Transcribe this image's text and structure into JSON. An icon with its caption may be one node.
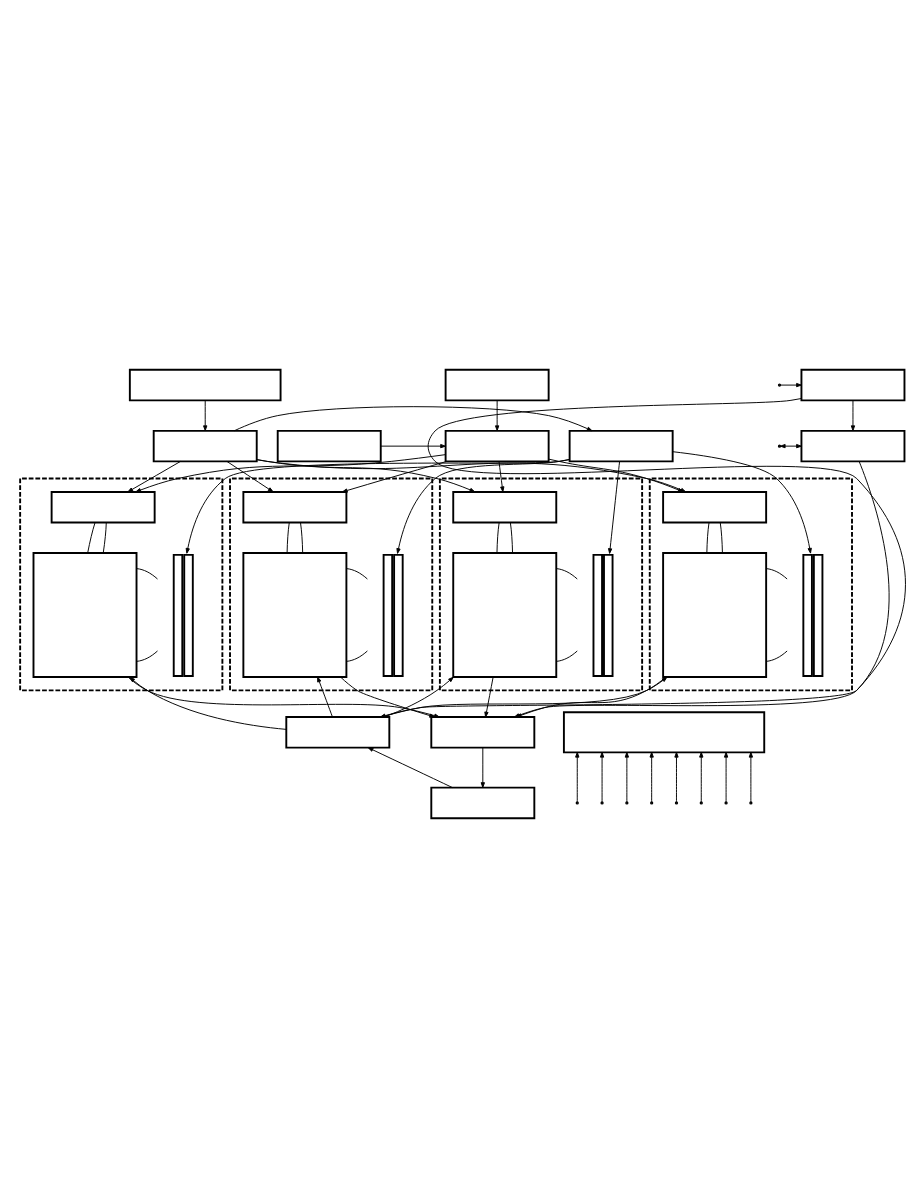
{
  "diagram": {
    "nodes": [
      {
        "text": [],
        "shape": "box"
      },
      {
        "text": [],
        "shape": "box"
      },
      {
        "text": [],
        "shape": "box"
      },
      {
        "text": [],
        "shape": "box"
      },
      {
        "text": [],
        "shape": "box"
      },
      {
        "text": [],
        "shape": "box"
      },
      {
        "text": [],
        "shape": "box"
      },
      {
        "text": [],
        "shape": "box",
        "in": 6
      },
      {
        "text": [],
        "shape": "bar",
        "in": 6
      },
      {
        "text": [],
        "shape": "box",
        "in": 6
      },
      {
        "text": [],
        "shape": "box"
      },
      {
        "text": [],
        "shape": "box",
        "in": 10
      },
      {
        "text": [],
        "shape": "bar",
        "in": 10
      },
      {
        "text": [],
        "shape": "box",
        "in": 10
      },
      {
        "text": [],
        "shape": "box"
      },
      {
        "text": [],
        "shape": "box",
        "in": 14
      },
      {
        "text": [],
        "shape": "bar",
        "in": 14
      },
      {
        "text": [],
        "shape": "box",
        "in": 14
      },
      {
        "text": [],
        "shape": "box"
      },
      {
        "text": [],
        "shape": "box",
        "in": 18
      },
      {
        "text": [],
        "shape": "bar",
        "in": 18
      },
      {
        "text": [],
        "shape": "box",
        "in": 18
      },
      {
        "text": [],
        "shape": "box"
      },
      {
        "text": [],
        "shape": "box"
      },
      {
        "text": [],
        "shape": "box"
      },
      {
        "text": [],
        "shape": "box"
      },
      {
        "text": [],
        "shape": "box"
      },
      {
        "text": [],
        "shape": "box"
      }
    ],
    "edges": [
      {
        "from": 0,
        "to": 3,
        "arrow": "to"
      },
      {
        "from": 1,
        "to": 4,
        "arrow": "to"
      },
      {
        "from": 3,
        "to": 2,
        "arrow": "to"
      },
      {
        "from": 5,
        "to": 4,
        "arrow": "to"
      },
      {
        "from": 2,
        "to": 8,
        "arrow": "to"
      },
      {
        "from": 2,
        "to": 12,
        "arrow": "to"
      },
      {
        "from": 2,
        "to": 16,
        "arrow": "to"
      },
      {
        "from": 2,
        "to": 20,
        "arrow": "to"
      },
      {
        "from": 3,
        "to": 7,
        "arrow": "to"
      },
      {
        "from": 3,
        "to": 11,
        "arrow": "to"
      },
      {
        "from": 3,
        "to": 15,
        "arrow": "to"
      },
      {
        "from": 3,
        "to": 19,
        "arrow": "to"
      },
      {
        "from": 4,
        "to": 7,
        "arrow": "to"
      },
      {
        "from": 4,
        "to": 11,
        "arrow": "to"
      },
      {
        "from": 4,
        "to": 15,
        "arrow": "to"
      },
      {
        "from": 4,
        "to": 19,
        "arrow": "to"
      },
      {
        "from": 7,
        "to": 9,
        "arrow": "none"
      },
      {
        "from": 7,
        "to": 9,
        "arrow": "none"
      },
      {
        "from": 8,
        "to": 9,
        "arrow": "none"
      },
      {
        "from": 8,
        "to": 9,
        "arrow": "none"
      },
      {
        "from": 11,
        "to": 13,
        "arrow": "none"
      },
      {
        "from": 11,
        "to": 13,
        "arrow": "none"
      },
      {
        "from": 12,
        "to": 13,
        "arrow": "none"
      },
      {
        "from": 12,
        "to": 13,
        "arrow": "none"
      },
      {
        "from": 15,
        "to": 17,
        "arrow": "none"
      },
      {
        "from": 15,
        "to": 17,
        "arrow": "none"
      },
      {
        "from": 16,
        "to": 17,
        "arrow": "none"
      },
      {
        "from": 16,
        "to": 17,
        "arrow": "none"
      },
      {
        "from": 19,
        "to": 21,
        "arrow": "none"
      },
      {
        "from": 19,
        "to": 21,
        "arrow": "none"
      },
      {
        "from": 20,
        "to": 21,
        "arrow": "none"
      },
      {
        "from": 20,
        "to": 21,
        "arrow": "none"
      },
      {
        "from": 22,
        "to": 9,
        "arrow": "to"
      },
      {
        "from": 22,
        "to": 13,
        "arrow": "to"
      },
      {
        "from": 22,
        "to": 17,
        "arrow": "to"
      },
      {
        "from": 22,
        "to": 21,
        "arrow": "to"
      },
      {
        "from": 9,
        "to": 23,
        "arrow": "to"
      },
      {
        "from": 13,
        "to": 23,
        "arrow": "to"
      },
      {
        "from": 17,
        "to": 23,
        "arrow": "to"
      },
      {
        "from": 21,
        "to": 23,
        "arrow": "to"
      },
      {
        "from": 23,
        "to": 24,
        "arrow": "to"
      },
      {
        "from": 24,
        "to": 22,
        "arrow": "to"
      },
      {
        "from": null,
        "to": 25,
        "arrow": "to"
      },
      {
        "from": null,
        "to": 26,
        "arrow": "both"
      },
      {
        "from": 25,
        "to": 26,
        "arrow": "to"
      },
      {
        "from": 25,
        "to": 23,
        "arrow": "to"
      },
      {
        "from": 26,
        "to": 22,
        "arrow": "to"
      },
      {
        "from": null,
        "to": 27,
        "arrow": "to"
      },
      {
        "from": null,
        "to": 27,
        "arrow": "to"
      },
      {
        "from": null,
        "to": 27,
        "arrow": "to"
      },
      {
        "from": null,
        "to": 27,
        "arrow": "to"
      },
      {
        "from": null,
        "to": 27,
        "arrow": "to"
      },
      {
        "from": null,
        "to": 27,
        "arrow": "to"
      },
      {
        "from": null,
        "to": 27,
        "arrow": "to"
      },
      {
        "from": null,
        "to": 27,
        "arrow": "to"
      }
    ]
  }
}
